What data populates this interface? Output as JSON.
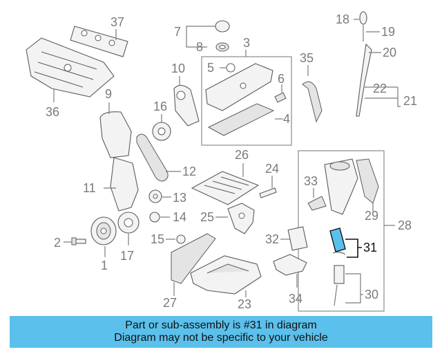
{
  "callouts": {
    "n1": "1",
    "n2": "2",
    "n3": "3",
    "n4": "4",
    "n5": "5",
    "n6": "6",
    "n7": "7",
    "n8": "8",
    "n9": "9",
    "n10": "10",
    "n11": "11",
    "n12": "12",
    "n13": "13",
    "n14": "14",
    "n15": "15",
    "n16": "16",
    "n17": "17",
    "n18": "18",
    "n19": "19",
    "n20": "20",
    "n21": "21",
    "n22": "22",
    "n23": "23",
    "n24": "24",
    "n25": "25",
    "n26": "26",
    "n27": "27",
    "n28": "28",
    "n29": "29",
    "n30": "30",
    "n31": "31",
    "n32": "32",
    "n33": "33",
    "n34": "34",
    "n35": "35",
    "n36": "36",
    "n37": "37"
  },
  "highlight_color": "#5bc0eb",
  "banner": {
    "line1": "Part or sub-assembly is #31 in diagram",
    "line2": "Diagram may not be specific to your vehicle"
  }
}
